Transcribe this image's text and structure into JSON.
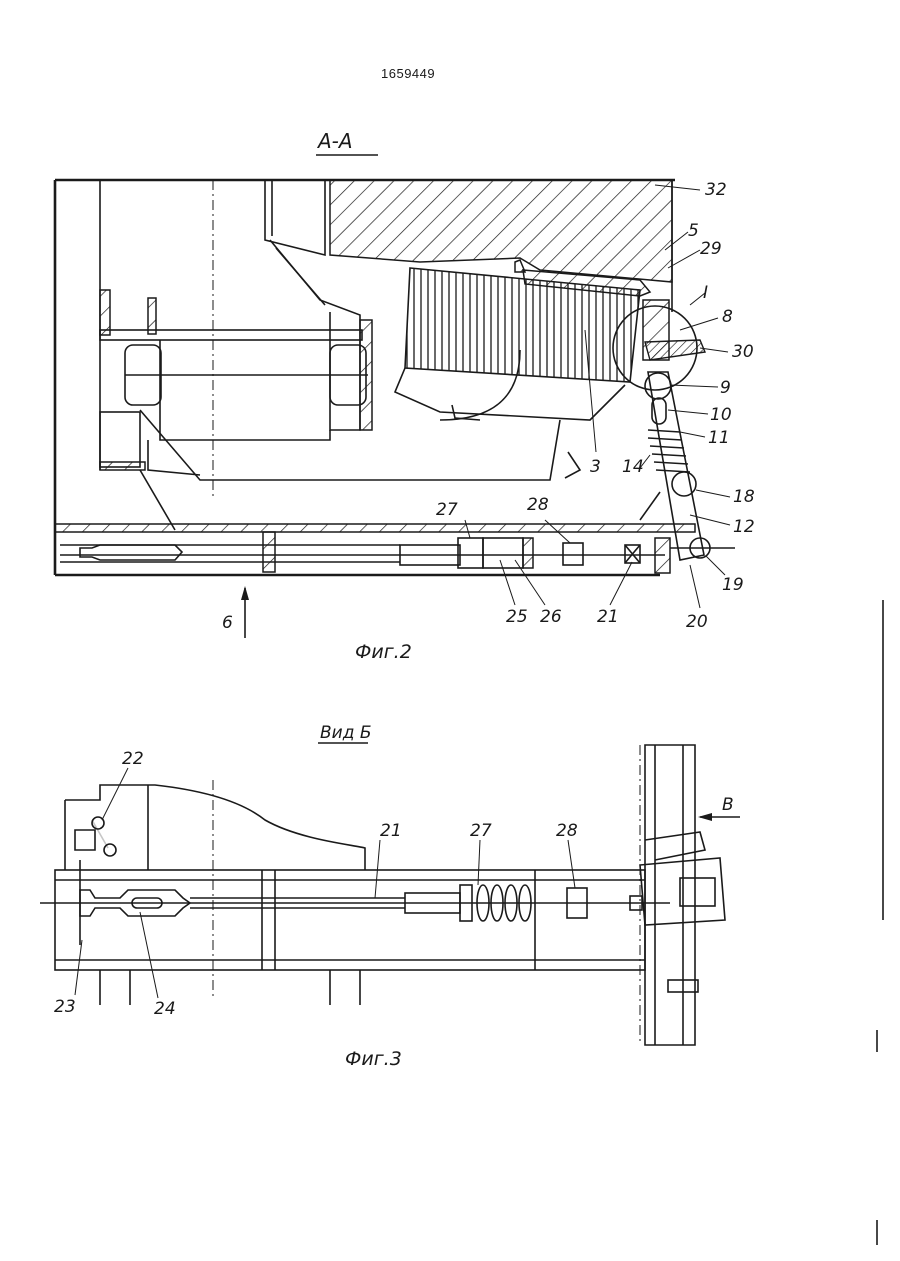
{
  "document": {
    "patent_number": "1659449",
    "section_label": "A-A",
    "view_label": "Вид Б",
    "fig2_caption": "Фиг.2",
    "fig3_caption": "Фиг.3"
  },
  "fig2_labels": {
    "l32": "32",
    "l5": "5",
    "l29": "29",
    "lI": "I",
    "l8": "8",
    "l30": "30",
    "l9": "9",
    "l10": "10",
    "l11": "11",
    "l14": "14",
    "l3": "3",
    "l18": "18",
    "l12": "12",
    "l19": "19",
    "l20": "20",
    "l21": "21",
    "l26": "26",
    "l25": "25",
    "l27": "27",
    "l28": "28",
    "l6": "6"
  },
  "fig3_labels": {
    "l22": "22",
    "l21": "21",
    "l27": "27",
    "l28": "28",
    "lB": "В",
    "l23": "23",
    "l24": "24"
  }
}
